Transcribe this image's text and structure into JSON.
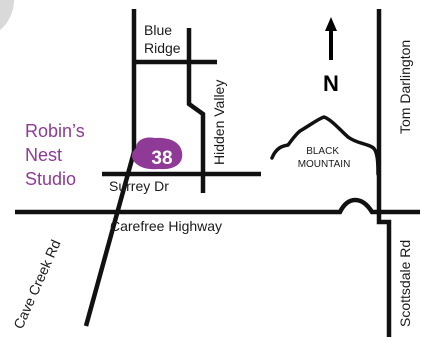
{
  "colors": {
    "road": "#111111",
    "accent": "#8e3a96",
    "marker_text": "#ffffff",
    "corner_tab": "#d9d9d9",
    "background": "#ffffff"
  },
  "roads": {
    "blue_ridge": [
      "Blue",
      "Ridge"
    ],
    "hidden_valley": "Hidden Valley",
    "surrey_dr": "Surrey Dr",
    "carefree_highway": "Carefree Highway",
    "cave_creek_rd": "Cave Creek Rd",
    "tom_darlington": "Tom Darlington",
    "scottsdale_rd": "Scottsdale Rd"
  },
  "landmarks": {
    "black_mountain": [
      "BLACK",
      "MOUNTAIN"
    ]
  },
  "studio": {
    "name_lines": [
      "Robin’s",
      "Nest",
      "Studio"
    ],
    "marker_number": "38",
    "marker_icon": "location-blob-icon"
  },
  "compass": {
    "letter": "N",
    "icon": "north-arrow-icon"
  }
}
